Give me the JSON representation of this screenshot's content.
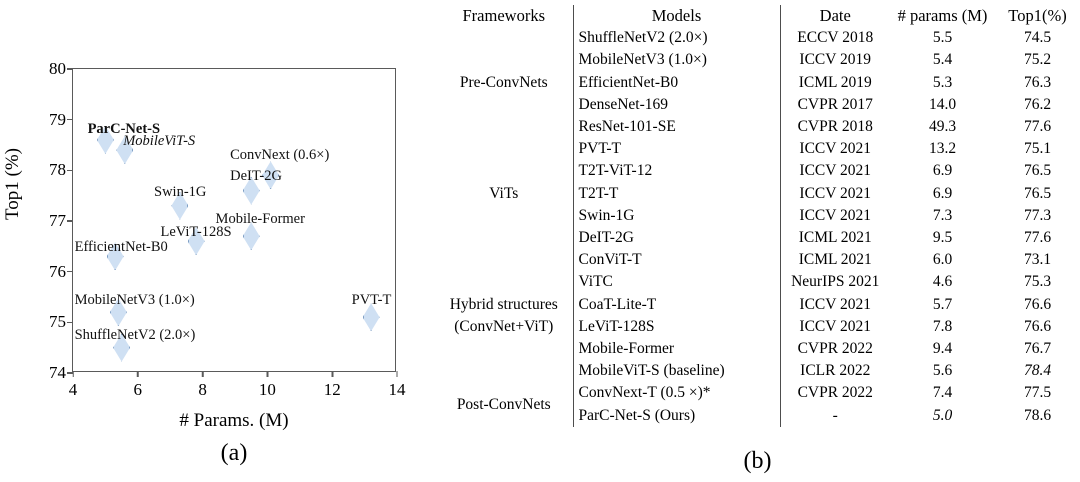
{
  "figure": {
    "caption_a": "(a)",
    "caption_b": "(b)"
  },
  "chart_data": {
    "type": "scatter",
    "title": "",
    "xlabel": "# Params. (M)",
    "ylabel": "Top1 (%)",
    "xlim": [
      4,
      14
    ],
    "ylim": [
      74,
      80
    ],
    "xticks": [
      4,
      6,
      8,
      10,
      12,
      14
    ],
    "yticks": [
      74,
      75,
      76,
      77,
      78,
      79,
      80
    ],
    "grid": false,
    "legend": "none",
    "marker": "diamond",
    "marker_fill": "#cfe0f3",
    "marker_edge": "#7f9fc4",
    "points": [
      {
        "label": "ParC-Net-S",
        "x": 5.0,
        "y": 78.6,
        "style": "bold",
        "lx": 4.45,
        "ly": 78.95
      },
      {
        "label": "MobileViT-S",
        "x": 5.6,
        "y": 78.4,
        "style": "italic",
        "lx": 5.55,
        "ly": 78.72
      },
      {
        "label": "ConvNext (0.6×)",
        "x": 10.1,
        "y": 77.9,
        "style": "normal",
        "lx": 8.85,
        "ly": 78.44
      },
      {
        "label": "DeIT-2G",
        "x": 9.5,
        "y": 77.6,
        "style": "normal",
        "lx": 8.85,
        "ly": 78.02
      },
      {
        "label": "Swin-1G",
        "x": 7.3,
        "y": 77.3,
        "style": "normal",
        "lx": 6.5,
        "ly": 77.72
      },
      {
        "label": "Mobile-Former",
        "x": 9.5,
        "y": 76.7,
        "style": "normal",
        "lx": 8.4,
        "ly": 77.17
      },
      {
        "label": "LeViT-128S",
        "x": 7.8,
        "y": 76.6,
        "style": "normal",
        "lx": 6.7,
        "ly": 76.92
      },
      {
        "label": "EfficientNet-B0",
        "x": 5.3,
        "y": 76.3,
        "style": "normal",
        "lx": 4.05,
        "ly": 76.62
      },
      {
        "label": "MobileNetV3 (1.0×)",
        "x": 5.4,
        "y": 75.2,
        "style": "normal",
        "lx": 4.05,
        "ly": 75.58
      },
      {
        "label": "ShuffleNetV2 (2.0×)",
        "x": 5.5,
        "y": 74.5,
        "style": "normal",
        "lx": 4.05,
        "ly": 74.88
      },
      {
        "label": "PVT-T",
        "x": 13.2,
        "y": 75.1,
        "style": "normal",
        "lx": 12.6,
        "ly": 75.58
      }
    ]
  },
  "table": {
    "columns": [
      "Frameworks",
      "Models",
      "Date",
      "# params (M)",
      "Top1(%)"
    ],
    "groups": [
      {
        "name": "Pre-ConvNets",
        "rows": [
          {
            "model": "ShuffleNetV2 (2.0×)",
            "date": "ECCV 2018",
            "params": "5.5",
            "top1": "74.5"
          },
          {
            "model": "MobileNetV3 (1.0×)",
            "date": "ICCV 2019",
            "params": "5.4",
            "top1": "75.2"
          },
          {
            "model": "EfficientNet-B0",
            "date": "ICML 2019",
            "params": "5.3",
            "top1": "76.3"
          },
          {
            "model": "DenseNet-169",
            "date": "CVPR 2017",
            "params": "14.0",
            "top1": "76.2"
          },
          {
            "model": "ResNet-101-SE",
            "date": "CVPR 2018",
            "params": "49.3",
            "top1": "77.6"
          }
        ]
      },
      {
        "name": "ViTs",
        "rows": [
          {
            "model": "PVT-T",
            "date": "ICCV 2021",
            "params": "13.2",
            "top1": "75.1"
          },
          {
            "model": "T2T-ViT-12",
            "date": "ICCV 2021",
            "params": "6.9",
            "top1": "76.5"
          },
          {
            "model": "T2T-T",
            "date": "ICCV 2021",
            "params": "6.9",
            "top1": "76.5"
          },
          {
            "model": "Swin-1G",
            "date": "ICCV 2021",
            "params": "7.3",
            "top1": "77.3"
          },
          {
            "model": "DeIT-2G",
            "date": "ICML 2021",
            "params": "9.5",
            "top1": "77.6"
          }
        ]
      },
      {
        "name": "Hybrid structures\n(ConvNet+ViT)",
        "name_line1": "Hybrid structures",
        "name_line2": "(ConvNet+ViT)",
        "rows": [
          {
            "model": "ConViT-T",
            "date": "ICML 2021",
            "params": "6.0",
            "top1": "73.1"
          },
          {
            "model": "ViTC",
            "date": "NeurIPS 2021",
            "params": "4.6",
            "params_style": "bold",
            "top1": "75.3"
          },
          {
            "model": "CoaT-Lite-T",
            "date": "ICCV 2021",
            "params": "5.7",
            "top1": "76.6"
          },
          {
            "model": "LeViT-128S",
            "date": "ICCV 2021",
            "params": "7.8",
            "top1": "76.6"
          },
          {
            "model": "Mobile-Former",
            "date": "CVPR 2022",
            "params": "9.4",
            "top1": "76.7"
          },
          {
            "model": "MobileViT-S (baseline)",
            "date": "ICLR 2022",
            "params": "5.6",
            "top1": "78.4",
            "top1_style": "italic"
          }
        ]
      },
      {
        "name": "Post-ConvNets",
        "rows": [
          {
            "model": "ConvNext-T (0.5 ×)*",
            "date": "CVPR 2022",
            "params": "7.4",
            "top1": "77.5"
          },
          {
            "model": "ParC-Net-S  (Ours)",
            "date": "-",
            "params": "5.0",
            "params_style": "italic",
            "top1": "78.6",
            "top1_style": "bold"
          }
        ]
      }
    ]
  }
}
